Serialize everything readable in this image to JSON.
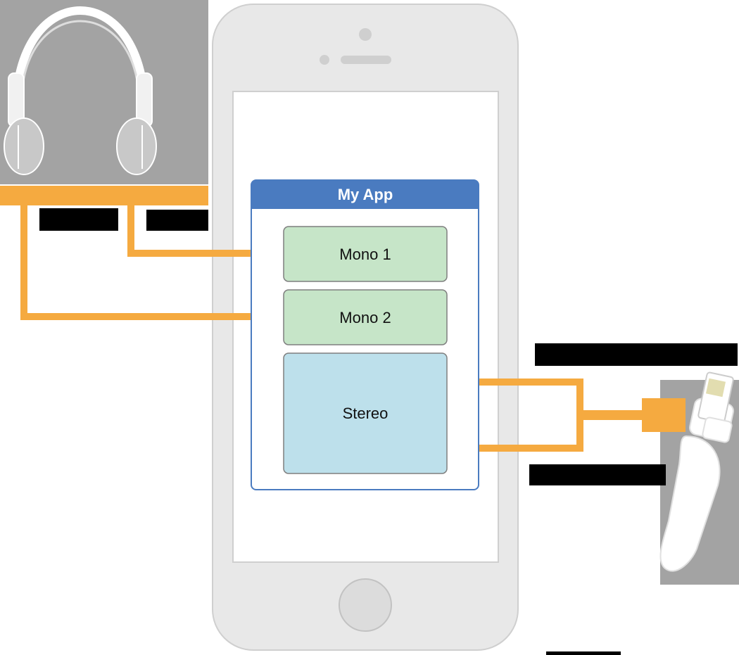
{
  "app": {
    "title": "My App"
  },
  "channels": {
    "mono1": "Mono 1",
    "mono2": "Mono 2",
    "stereo": "Stereo"
  },
  "colors": {
    "accent_wire": "#f5aa40",
    "app_header": "#4a7bc0",
    "mono_fill": "#c6e5c8",
    "stereo_fill": "#bde0eb",
    "device_body": "#e8e8e8",
    "gray_backdrop": "#a3a3a3",
    "redaction_bar": "#000000"
  },
  "icons": {
    "headphones": "headphones-icon",
    "phone": "iphone-device",
    "lightning_connector": "lightning-connector-icon"
  }
}
